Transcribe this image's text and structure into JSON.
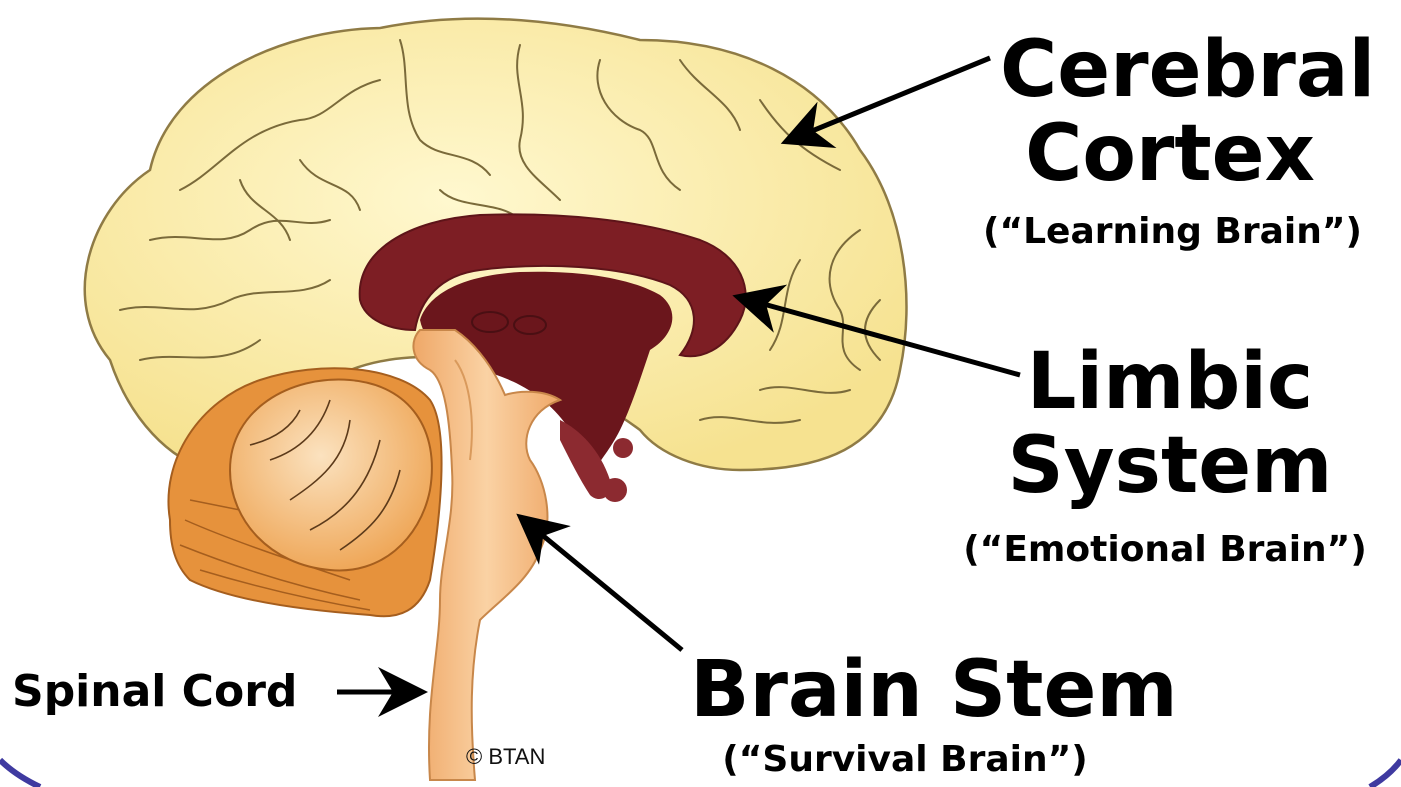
{
  "labels": {
    "cortex": {
      "title_line1": "Cerebral",
      "title_line2": "Cortex",
      "subtitle": "(“Learning Brain”)"
    },
    "limbic": {
      "title_line1": "Limbic",
      "title_line2": "System",
      "subtitle": "(“Emotional Brain”)"
    },
    "stem": {
      "title": "Brain Stem",
      "subtitle": "(“Survival Brain”)"
    },
    "spinal": {
      "title": "Spinal Cord"
    }
  },
  "copyright": "© BTAN",
  "colors": {
    "cortex": "#FBEFB0",
    "cortex_outline": "#B29A5C",
    "limbic": "#7D1E24",
    "limbic_dark": "#5E1419",
    "stem": "#F6BE86",
    "cerebellum": "#E6923C",
    "cerebellum_light": "#F7CFA0",
    "frame": "#3F3AA0"
  }
}
